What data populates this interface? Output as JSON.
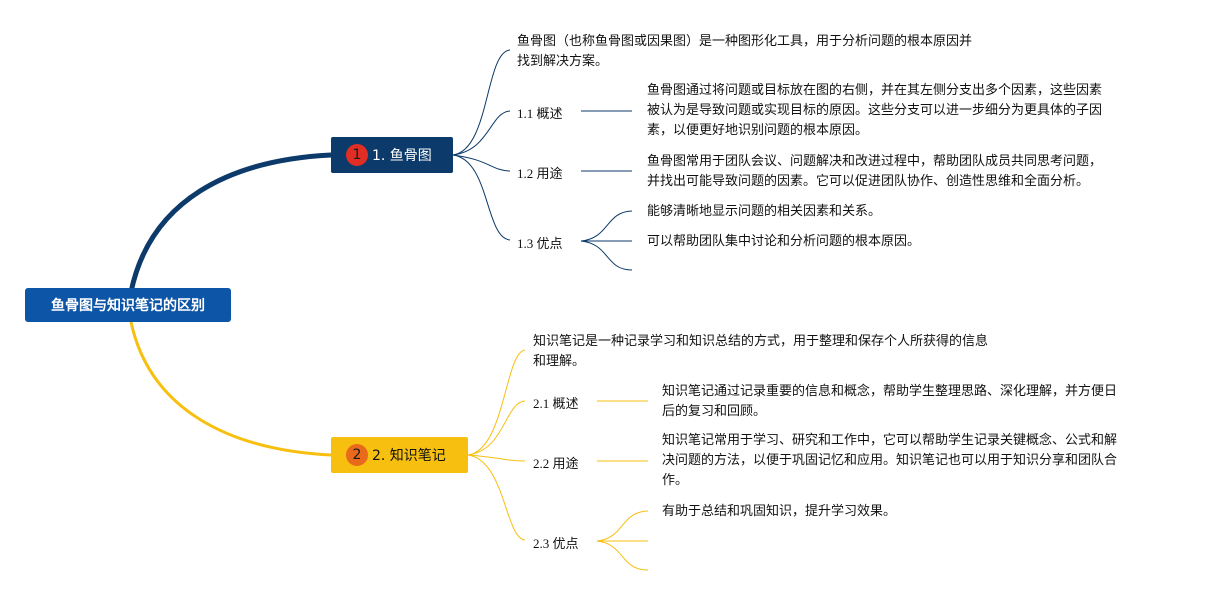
{
  "root": {
    "label": "鱼骨图与知识笔记的区别",
    "color": "#0d55a6"
  },
  "branches": [
    {
      "badge": "1",
      "label": "1. 鱼骨图",
      "color": "#0c3a6a",
      "line_color": "#0c3a6a",
      "intro": [
        "鱼骨图（也称鱼骨图或因果图）是一种图形化工具，用于分析问题的根本原因并",
        "找到解决方案。"
      ],
      "children": [
        {
          "label": "1.1 概述",
          "details": [
            "鱼骨图通过将问题或目标放在图的右侧，并在其左侧分支出多个因素，这些因素",
            "被认为是导致问题或实现目标的原因。这些分支可以进一步细分为更具体的子因",
            "素，以便更好地识别问题的根本原因。"
          ]
        },
        {
          "label": "1.2 用途",
          "details": [
            "鱼骨图常用于团队会议、问题解决和改进过程中，帮助团队成员共同思考问题，",
            "并找出可能导致问题的因素。它可以促进团队协作、创造性思维和全面分析。"
          ]
        },
        {
          "label": "1.3 优点",
          "items": [
            "能够清晰地显示问题的相关因素和关系。",
            "可以帮助团队集中讨论和分析问题的根本原因。",
            ""
          ]
        }
      ]
    },
    {
      "badge": "2",
      "label": "2. 知识笔记",
      "color": "#f7bf10",
      "line_color": "#f7bf10",
      "intro": [
        "知识笔记是一种记录学习和知识总结的方式，用于整理和保存个人所获得的信息",
        "和理解。"
      ],
      "children": [
        {
          "label": "2.1 概述",
          "details": [
            "知识笔记通过记录重要的信息和概念，帮助学生整理思路、深化理解，并方便日",
            "后的复习和回顾。"
          ]
        },
        {
          "label": "2.2 用途",
          "details": [
            "知识笔记常用于学习、研究和工作中，它可以帮助学生记录关键概念、公式和解",
            "决问题的方法，以便于巩固记忆和应用。知识笔记也可以用于知识分享和团队合",
            "作。"
          ]
        },
        {
          "label": "2.3 优点",
          "items": [
            "有助于总结和巩固知识，提升学习效果。",
            "",
            ""
          ]
        }
      ]
    }
  ]
}
